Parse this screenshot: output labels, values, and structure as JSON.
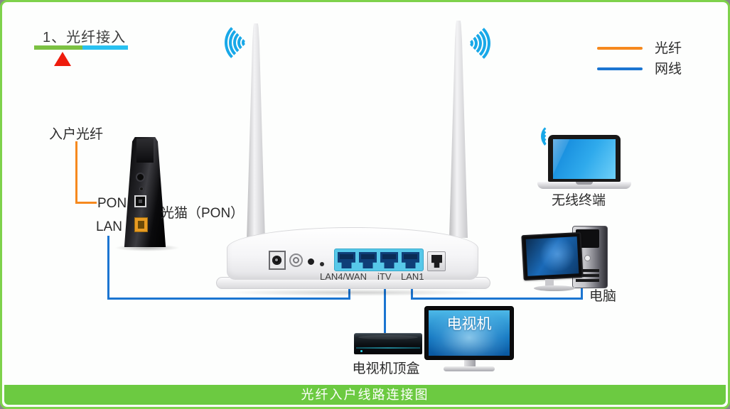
{
  "step": {
    "label": "1、光纤接入"
  },
  "legend": {
    "fiber": "光纤",
    "cable": "网线"
  },
  "labels": {
    "incoming_fiber": "入户光纤",
    "pon_port": "PON",
    "lan_port": "LAN",
    "modem": "光猫（PON）",
    "wireless_terminal": "无线终端",
    "computer": "电脑",
    "tv": "电视机",
    "stb": "电视机顶盒"
  },
  "router": {
    "ports": [
      "LAN4/WAN",
      "iTV",
      "LAN1"
    ]
  },
  "footer": {
    "title": "光纤入户线路连接图"
  },
  "colors": {
    "frame_border": "#7ED24B",
    "footer_bg": "#6CCA41",
    "fiber_line": "#F6891E",
    "cable_line": "#1B75D1",
    "wifi_arc": "#18A8E8",
    "progress_done": "#7CC142",
    "progress_todo": "#29C1F1",
    "marker": "#EE1C0D",
    "port_panel": "#57C8E9"
  }
}
